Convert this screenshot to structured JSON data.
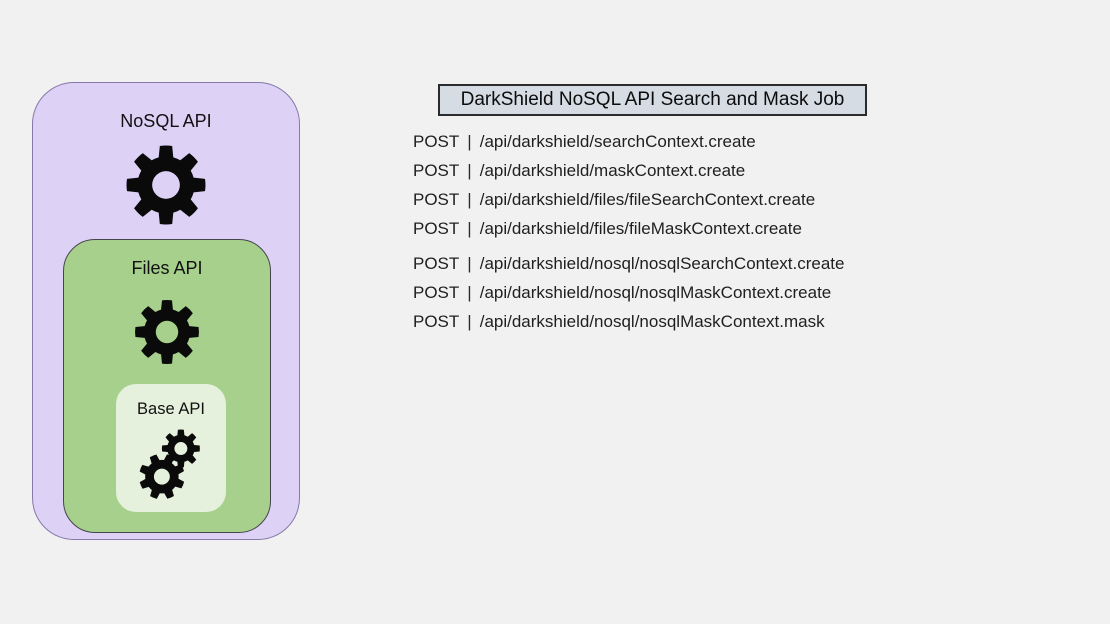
{
  "colors": {
    "page_bg": "#f1f1f1",
    "nosql_fill": "#ddd1f6",
    "nosql_border": "#8678a8",
    "files_fill": "#a7d08c",
    "files_border": "#45454e",
    "base_fill": "#e5f0dd",
    "title_fill": "#d6dce4",
    "title_border": "#2b2b2b",
    "gear": "#0a0a0a",
    "text": "#1f1f1f"
  },
  "diagram": {
    "nosql": {
      "label": "NoSQL API",
      "icon": "gear-icon"
    },
    "files": {
      "label": "Files API",
      "icon": "gear-icon"
    },
    "base": {
      "label": "Base API",
      "icon": "double-gear-icon"
    }
  },
  "header": {
    "title": "DarkShield NoSQL API Search and Mask Job"
  },
  "endpoints": {
    "separator": "|",
    "groups": [
      {
        "items": [
          {
            "method": "POST",
            "path": "/api/darkshield/searchContext.create"
          },
          {
            "method": "POST",
            "path": "/api/darkshield/maskContext.create"
          },
          {
            "method": "POST",
            "path": "/api/darkshield/files/fileSearchContext.create"
          },
          {
            "method": "POST",
            "path": "/api/darkshield/files/fileMaskContext.create"
          }
        ]
      },
      {
        "items": [
          {
            "method": "POST",
            "path": "/api/darkshield/nosql/nosqlSearchContext.create"
          },
          {
            "method": "POST",
            "path": "/api/darkshield/nosql/nosqlMaskContext.create"
          },
          {
            "method": "POST",
            "path": "/api/darkshield/nosql/nosqlMaskContext.mask"
          }
        ]
      }
    ]
  }
}
